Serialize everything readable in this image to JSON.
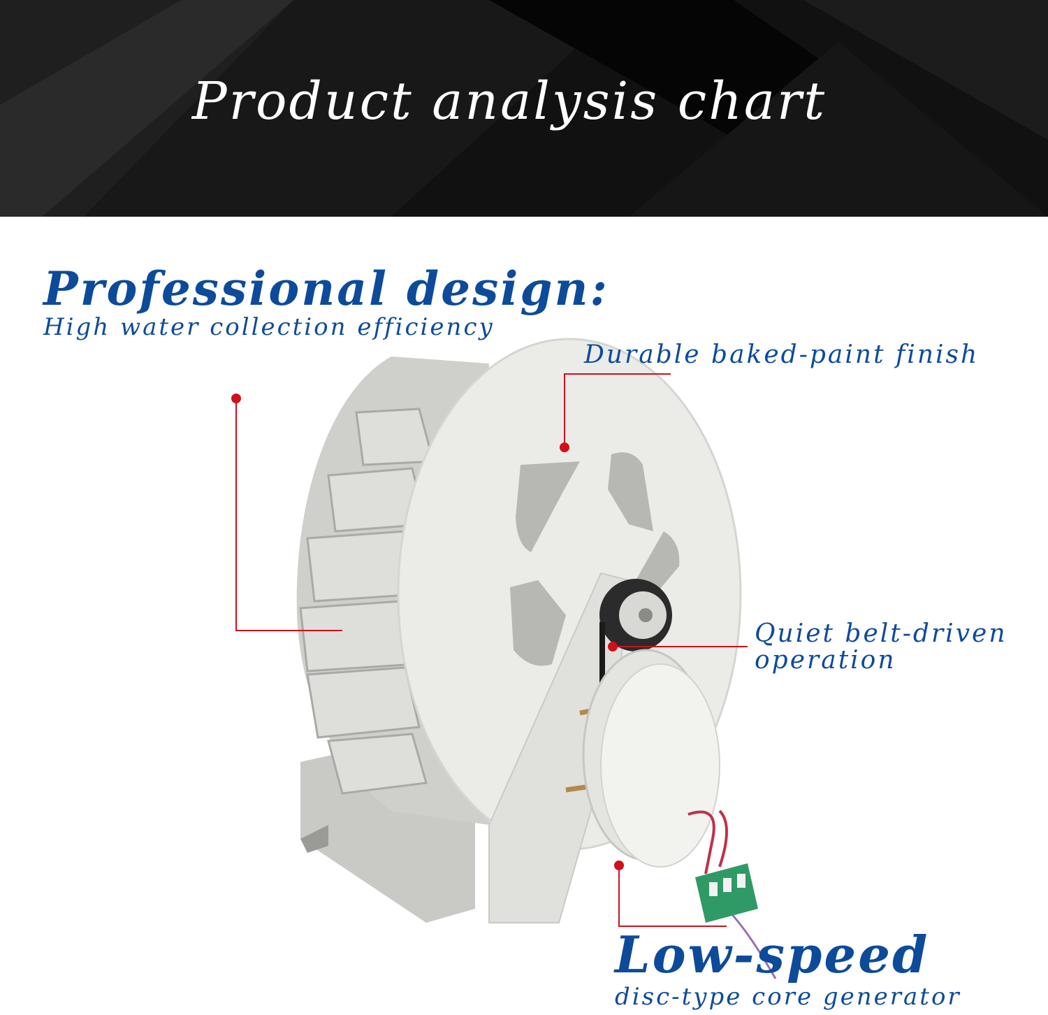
{
  "header": {
    "title": "Product analysis chart"
  },
  "design": {
    "heading": "Professional design:",
    "subheading": "High water collection efficiency"
  },
  "callouts": {
    "finish": "Durable baked-paint finish",
    "belt_line1": "Quiet belt-driven",
    "belt_line2": "operation",
    "speed_heading": "Low-speed",
    "speed_sub": "disc-type core generator"
  },
  "colors": {
    "header_background": "#0f0f0f",
    "text_blue": "#0d4b9a",
    "callout_red": "#d0101c",
    "wheel_white": "#ebebe8"
  },
  "icons": [
    "water-wheel-illustration",
    "generator-illustration",
    "circuit-board-illustration"
  ]
}
